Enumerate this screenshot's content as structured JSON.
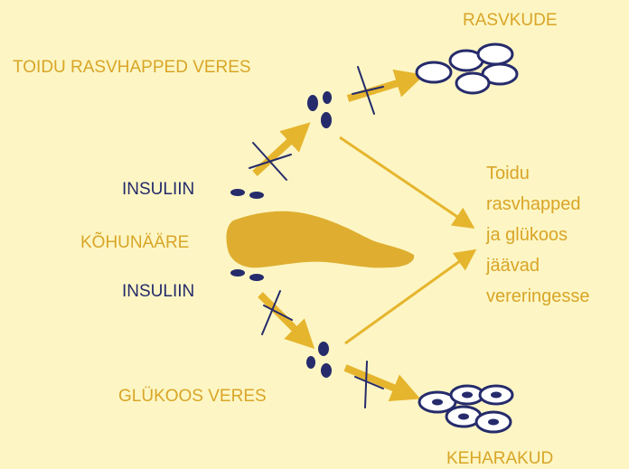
{
  "labels": {
    "fat_tissue": "RASVKUDE",
    "blood_fatty_acids": "TOIDU RASVHAPPED VERES",
    "insulin_top": "INSULIIN",
    "pancreas": "KÕHUNÄÄRE",
    "insulin_bottom": "INSULIIN",
    "blood_glucose": "GLÜKOOS VERES",
    "body_cells": "KEHARAKUD"
  },
  "result_lines": [
    "Toidu",
    "rasvhapped",
    "ja glükoos",
    "jäävad",
    "vereringesse"
  ],
  "colors": {
    "background": "#fdf6c4",
    "gold": "#d9a527",
    "arrow": "#e6b52e",
    "navy": "#252b6b",
    "cell_fill": "#ffffff"
  }
}
